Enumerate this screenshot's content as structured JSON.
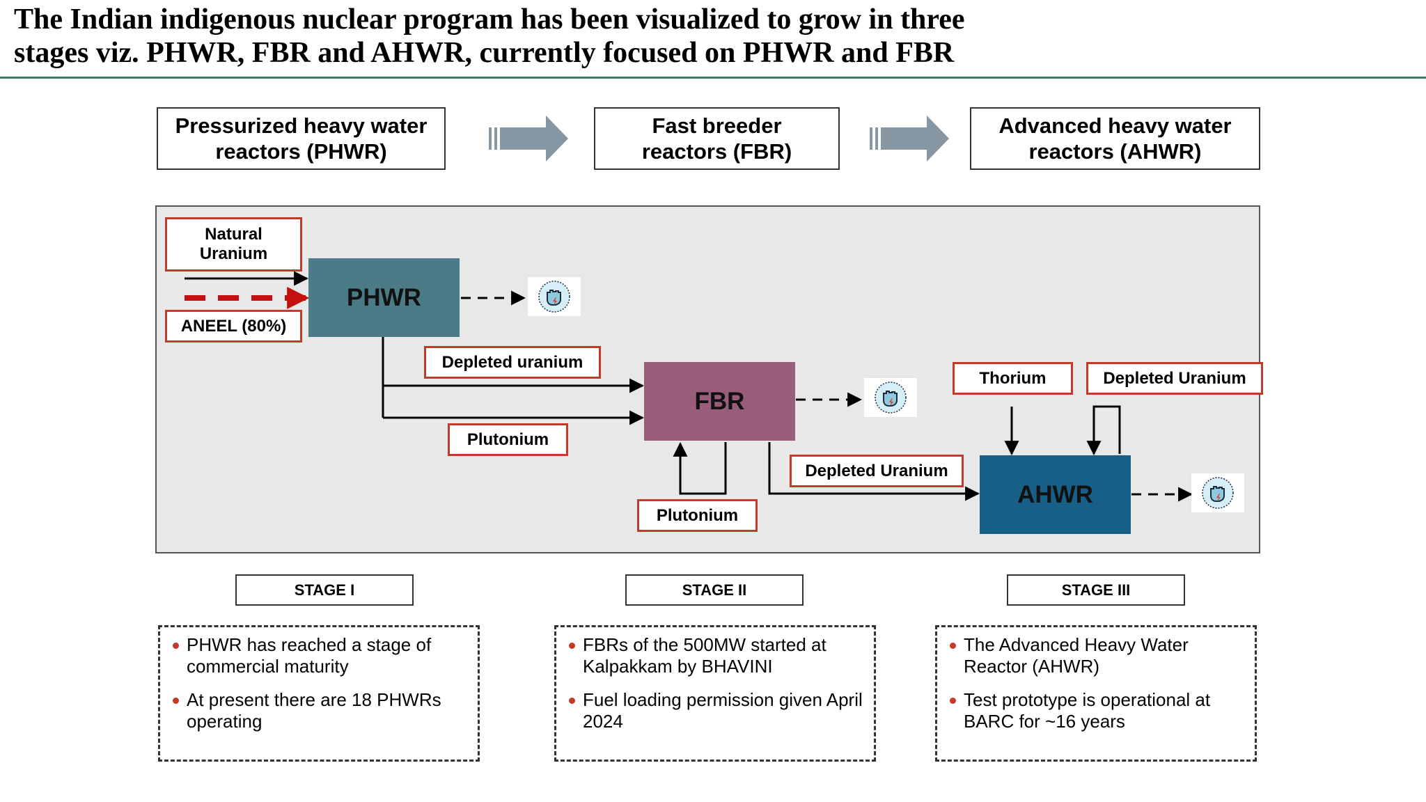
{
  "title": {
    "line1": "The Indian indigenous nuclear program has been visualized to grow in three",
    "line2": "stages viz. PHWR, FBR and AHWR,  currently focused on PHWR and FBR"
  },
  "stage_headers": [
    {
      "line1": "Pressurized heavy water",
      "line2": "reactors (PHWR)"
    },
    {
      "line1": "Fast breeder",
      "line2": "reactors (FBR)"
    },
    {
      "line1": "Advanced heavy water",
      "line2": "reactors (AHWR)"
    }
  ],
  "reactors": {
    "phwr": "PHWR",
    "fbr": "FBR",
    "ahwr": "AHWR"
  },
  "inputs": {
    "natural_uranium": {
      "line1": "Natural",
      "line2": "Uranium"
    },
    "aneel": "ANEEL (80%)",
    "depleted_uranium_1": "Depleted uranium",
    "plutonium_1": "Plutonium",
    "plutonium_2": "Plutonium",
    "depleted_uranium_2": "Depleted Uranium",
    "thorium": "Thorium",
    "depleted_uranium_3": "Depleted Uranium"
  },
  "stages": [
    {
      "label": "STAGE I",
      "notes": [
        "PHWR has reached a stage of commercial maturity",
        "At present there are 18 PHWRs operating"
      ]
    },
    {
      "label": "STAGE II",
      "notes": [
        "FBRs of the 500MW started at Kalpakkam by BHAVINI",
        "Fuel loading permission given April 2024"
      ]
    },
    {
      "label": "STAGE III",
      "notes": [
        "The Advanced Heavy Water Reactor (AHWR)",
        "Test prototype is operational at BARC for ~16 years"
      ]
    }
  ],
  "colors": {
    "phwr": "#4a7b86",
    "fbr": "#975d7b",
    "ahwr": "#175f86",
    "tag_border": "#c33a2b",
    "aneel_arrow": "#c41010",
    "flow_arrow": "#8796a3",
    "panel": "#e8e8e8"
  },
  "icons": {
    "output": "power-fist-icon"
  }
}
